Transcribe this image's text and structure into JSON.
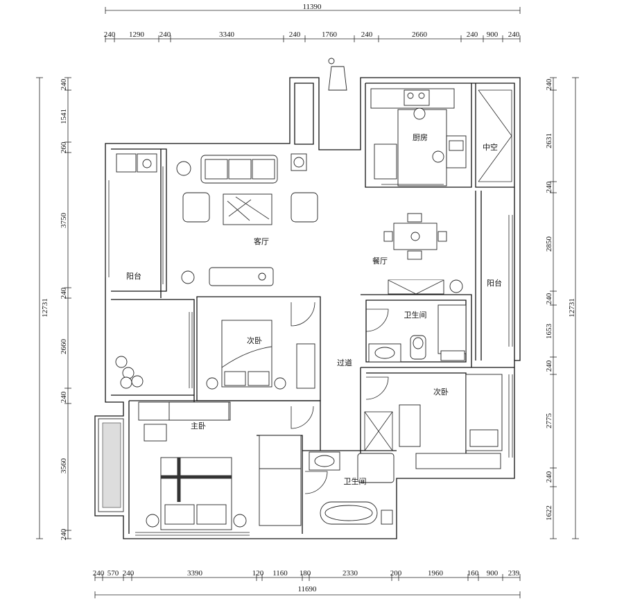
{
  "dims": {
    "top_total": "11390",
    "top": [
      "240",
      "1290",
      "240",
      "3340",
      "240",
      "1760",
      "240",
      "2660",
      "240",
      "900",
      "240"
    ],
    "bottom_total": "11690",
    "bottom": [
      "240",
      "570",
      "240",
      "3390",
      "120",
      "1160",
      "180",
      "2330",
      "200",
      "1960",
      "160",
      "900",
      "239"
    ],
    "left_total": "12731",
    "left": [
      "240",
      "1541",
      "260",
      "3750",
      "240",
      "2660",
      "240",
      "3560",
      "240"
    ],
    "right_total": "12731",
    "right": [
      "240",
      "2631",
      "240",
      "2850",
      "240",
      "1653",
      "240",
      "2775",
      "240",
      "1622"
    ]
  },
  "rooms": {
    "living": "客厅",
    "kitchen": "厨房",
    "void": "中空",
    "dining": "餐厅",
    "balcony_left": "阳台",
    "balcony_right": "阳台",
    "bedroom2": "次卧",
    "bathroom1": "卫生间",
    "corridor": "过道",
    "bedroom3": "次卧",
    "master": "主卧",
    "bathroom2": "卫生间"
  }
}
